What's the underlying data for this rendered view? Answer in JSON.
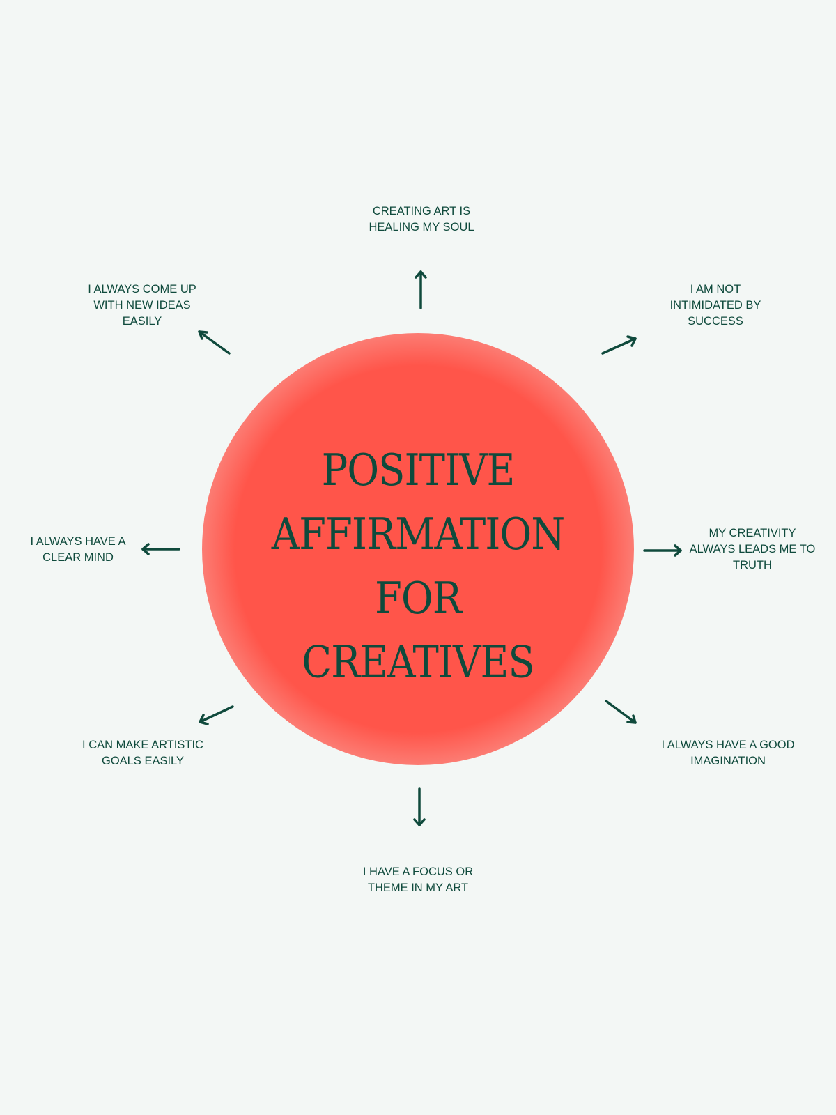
{
  "colors": {
    "background": "#F3F7F5",
    "orb_core": "#FF554A",
    "text": "#0F4A3C",
    "arrow": "#0F4A3C"
  },
  "center": {
    "lines": [
      "POSITIVE",
      "AFFIRMATION",
      "FOR",
      "CREATIVES"
    ]
  },
  "affirmations": {
    "top": [
      "CREATING ART IS",
      "HEALING MY SOUL"
    ],
    "top_left": [
      "I ALWAYS COME UP",
      "WITH NEW IDEAS",
      "EASILY"
    ],
    "top_right": [
      "I AM NOT",
      "INTIMIDATED BY",
      "SUCCESS"
    ],
    "left": [
      "I ALWAYS HAVE A",
      "CLEAR MIND"
    ],
    "right": [
      "MY CREATIVITY",
      "ALWAYS LEADS ME TO",
      "TRUTH"
    ],
    "bottom_left": [
      "I CAN MAKE ARTISTIC",
      "GOALS EASILY"
    ],
    "bottom_right": [
      "I ALWAYS HAVE A GOOD",
      "IMAGINATION"
    ],
    "bottom": [
      "I HAVE A FOCUS OR",
      "THEME IN MY ART"
    ]
  },
  "arrow_icon": "arrow-icon"
}
